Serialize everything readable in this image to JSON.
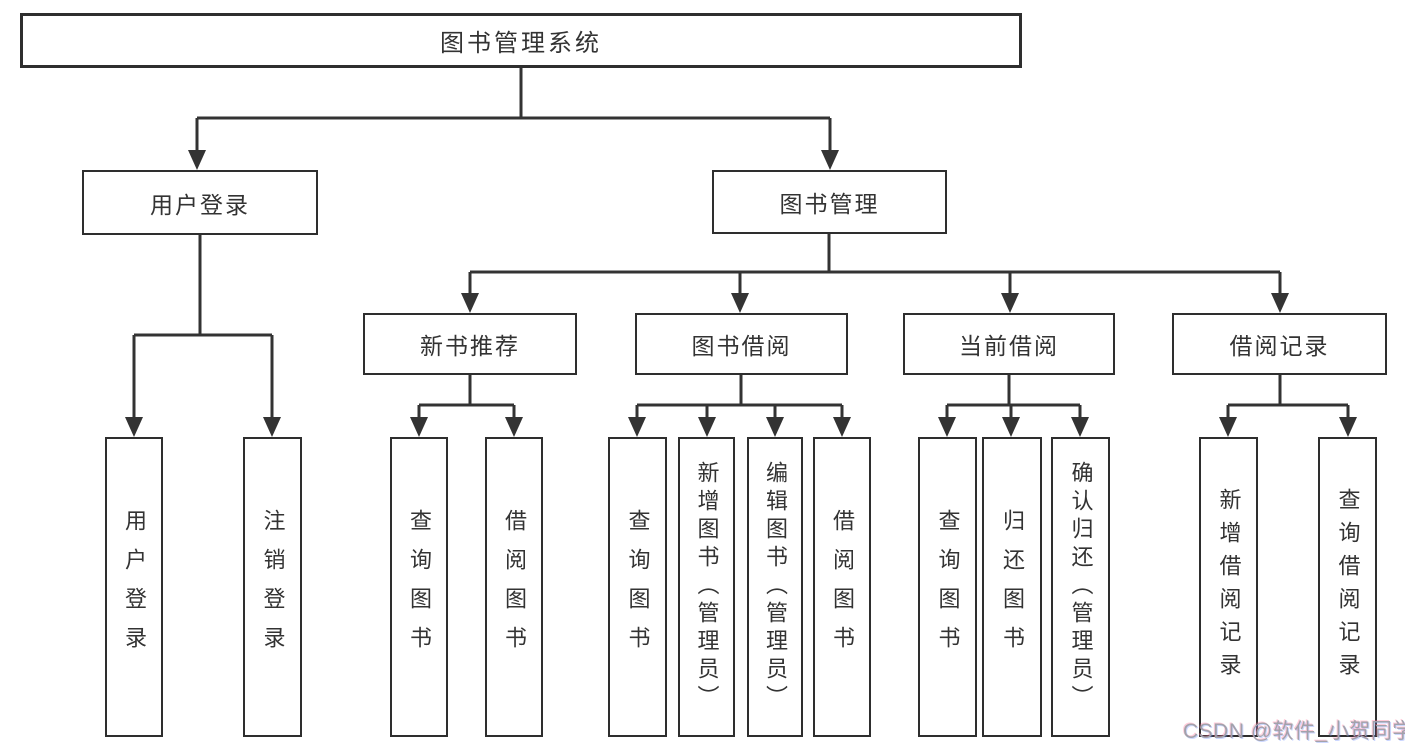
{
  "diagram": {
    "type": "hierarchy-tree",
    "root": {
      "label": "图书管理系统",
      "children": [
        {
          "label": "用户登录",
          "children": [
            {
              "label": "用户登录"
            },
            {
              "label": "注销登录"
            }
          ]
        },
        {
          "label": "图书管理",
          "children": [
            {
              "label": "新书推荐",
              "children": [
                {
                  "label": "查询图书"
                },
                {
                  "label": "借阅图书"
                }
              ]
            },
            {
              "label": "图书借阅",
              "children": [
                {
                  "label": "查询图书"
                },
                {
                  "label": "新增图书（管理员）"
                },
                {
                  "label": "编辑图书（管理员）"
                },
                {
                  "label": "借阅图书"
                }
              ]
            },
            {
              "label": "当前借阅",
              "children": [
                {
                  "label": "查询图书"
                },
                {
                  "label": "归还图书"
                },
                {
                  "label": "确认归还（管理员）"
                }
              ]
            },
            {
              "label": "借阅记录",
              "children": [
                {
                  "label": "新增借阅记录"
                },
                {
                  "label": "查询借阅记录"
                }
              ]
            }
          ]
        }
      ]
    }
  },
  "watermark": "CSDN @软件_小贺同学",
  "colors": {
    "background": "#ffffff",
    "box_border": "#2e2e2e",
    "line": "#333333",
    "text": "#333333",
    "watermark": "#a2a2ab"
  }
}
